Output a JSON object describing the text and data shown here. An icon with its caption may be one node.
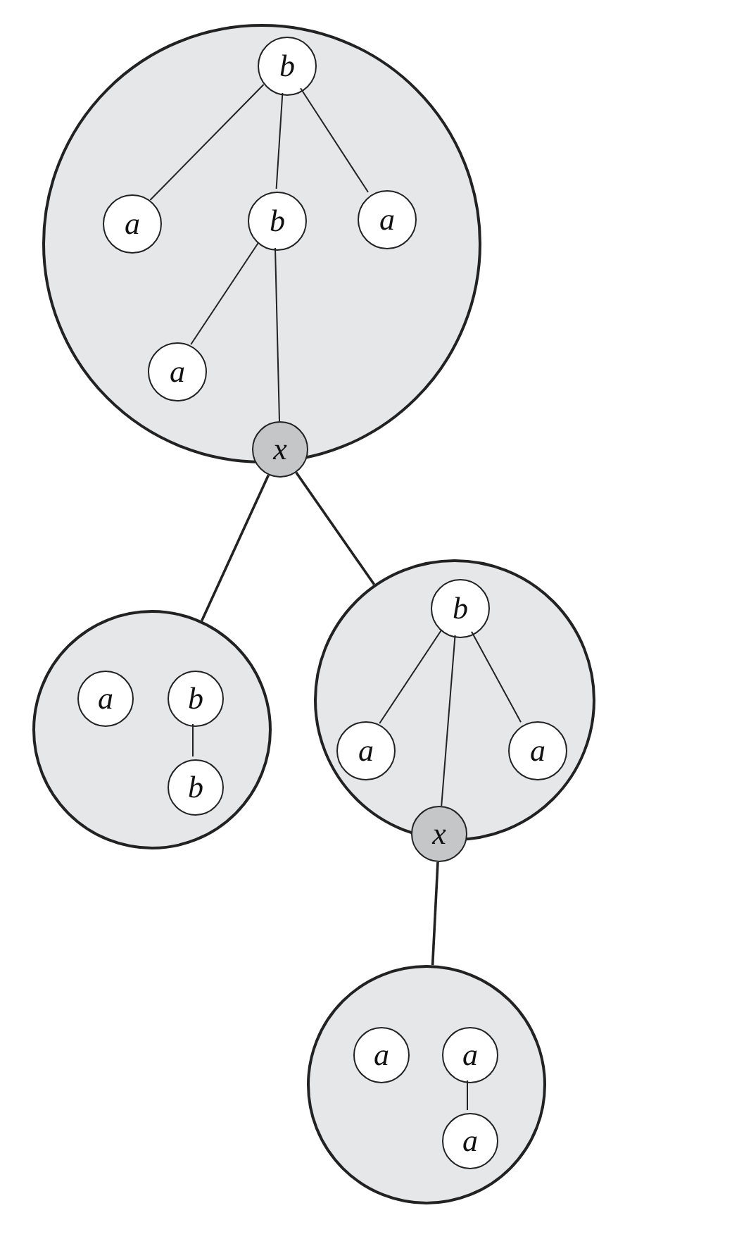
{
  "diagram": {
    "nodes": [
      {
        "text": [],
        "shape": "circle"
      },
      {
        "text": [
          "b"
        ],
        "in": 0
      },
      {
        "text": [
          "a"
        ],
        "in": 0
      },
      {
        "text": [
          "b"
        ],
        "in": 0
      },
      {
        "text": [
          "a"
        ],
        "in": 0
      },
      {
        "text": [
          "a"
        ],
        "in": 0
      },
      {
        "text": [
          "x"
        ]
      },
      {
        "text": [],
        "shape": "circle"
      },
      {
        "text": [
          "a"
        ],
        "in": 7
      },
      {
        "text": [
          "b"
        ],
        "in": 7
      },
      {
        "text": [
          "b"
        ],
        "in": 7
      },
      {
        "text": [],
        "shape": "circle"
      },
      {
        "text": [
          "b"
        ],
        "in": 11
      },
      {
        "text": [
          "a"
        ],
        "in": 11
      },
      {
        "text": [
          "a"
        ],
        "in": 11
      },
      {
        "text": [
          "x"
        ]
      },
      {
        "text": [],
        "shape": "circle"
      },
      {
        "text": [
          "a"
        ],
        "in": 16
      },
      {
        "text": [
          "a"
        ],
        "in": 16
      },
      {
        "text": [
          "a"
        ],
        "in": 16
      }
    ],
    "edges": [
      {
        "from": 1,
        "to": 2,
        "arrow": "none"
      },
      {
        "from": 1,
        "to": 3,
        "arrow": "none"
      },
      {
        "from": 1,
        "to": 4,
        "arrow": "none"
      },
      {
        "from": 3,
        "to": 5,
        "arrow": "none"
      },
      {
        "from": 3,
        "to": 6,
        "arrow": "none"
      },
      {
        "from": 6,
        "to": 7,
        "arrow": "none"
      },
      {
        "from": 6,
        "to": 11,
        "arrow": "none"
      },
      {
        "from": 9,
        "to": 10,
        "arrow": "none"
      },
      {
        "from": 12,
        "to": 13,
        "arrow": "none"
      },
      {
        "from": 12,
        "to": 15,
        "arrow": "none"
      },
      {
        "from": 12,
        "to": 14,
        "arrow": "none"
      },
      {
        "from": 15,
        "to": 16,
        "arrow": "none"
      },
      {
        "from": 18,
        "to": 19,
        "arrow": "none"
      }
    ]
  }
}
